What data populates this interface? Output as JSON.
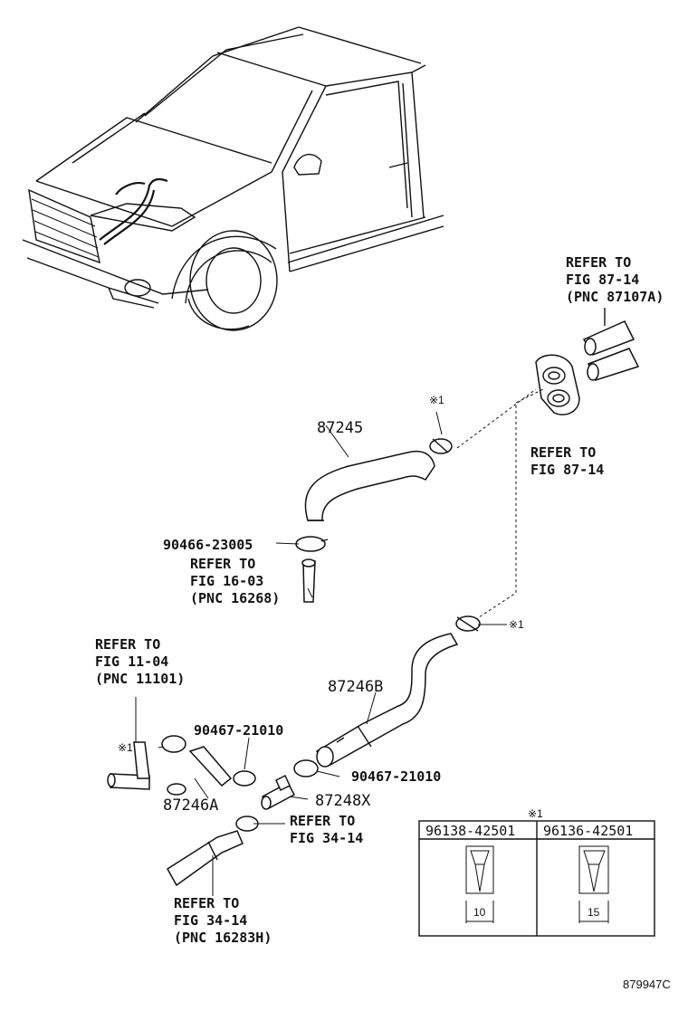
{
  "diagram_id": "879947C",
  "labels": {
    "refer_top_right": [
      "REFER TO",
      "FIG 87-14",
      "(PNC 87107A)"
    ],
    "refer_grommet": [
      "REFER TO",
      "FIG 87-14"
    ],
    "refer_fig16": [
      "REFER TO",
      "FIG 16-03",
      "(PNC 16268)"
    ],
    "refer_fig11": [
      "REFER TO",
      "FIG 11-04",
      "(PNC 11101)"
    ],
    "refer_fig34_a": [
      "REFER TO",
      "FIG 34-14"
    ],
    "refer_fig34_b": [
      "REFER TO",
      "FIG 34-14",
      "(PNC 16283H)"
    ]
  },
  "parts": {
    "p87245": "87245",
    "p90466": "90466-23005",
    "p87246B": "87246B",
    "p90467_a": "90467-21010",
    "p90467_b": "90467-21010",
    "p87246A": "87246A",
    "p87248X": "87248X"
  },
  "markers": {
    "m1": "※1",
    "m2": "※1",
    "m3": "※1"
  },
  "clip_table": {
    "marker": "※1",
    "columns": [
      {
        "part": "96138-42501",
        "dimension": "10"
      },
      {
        "part": "96136-42501",
        "dimension": "15"
      }
    ]
  }
}
